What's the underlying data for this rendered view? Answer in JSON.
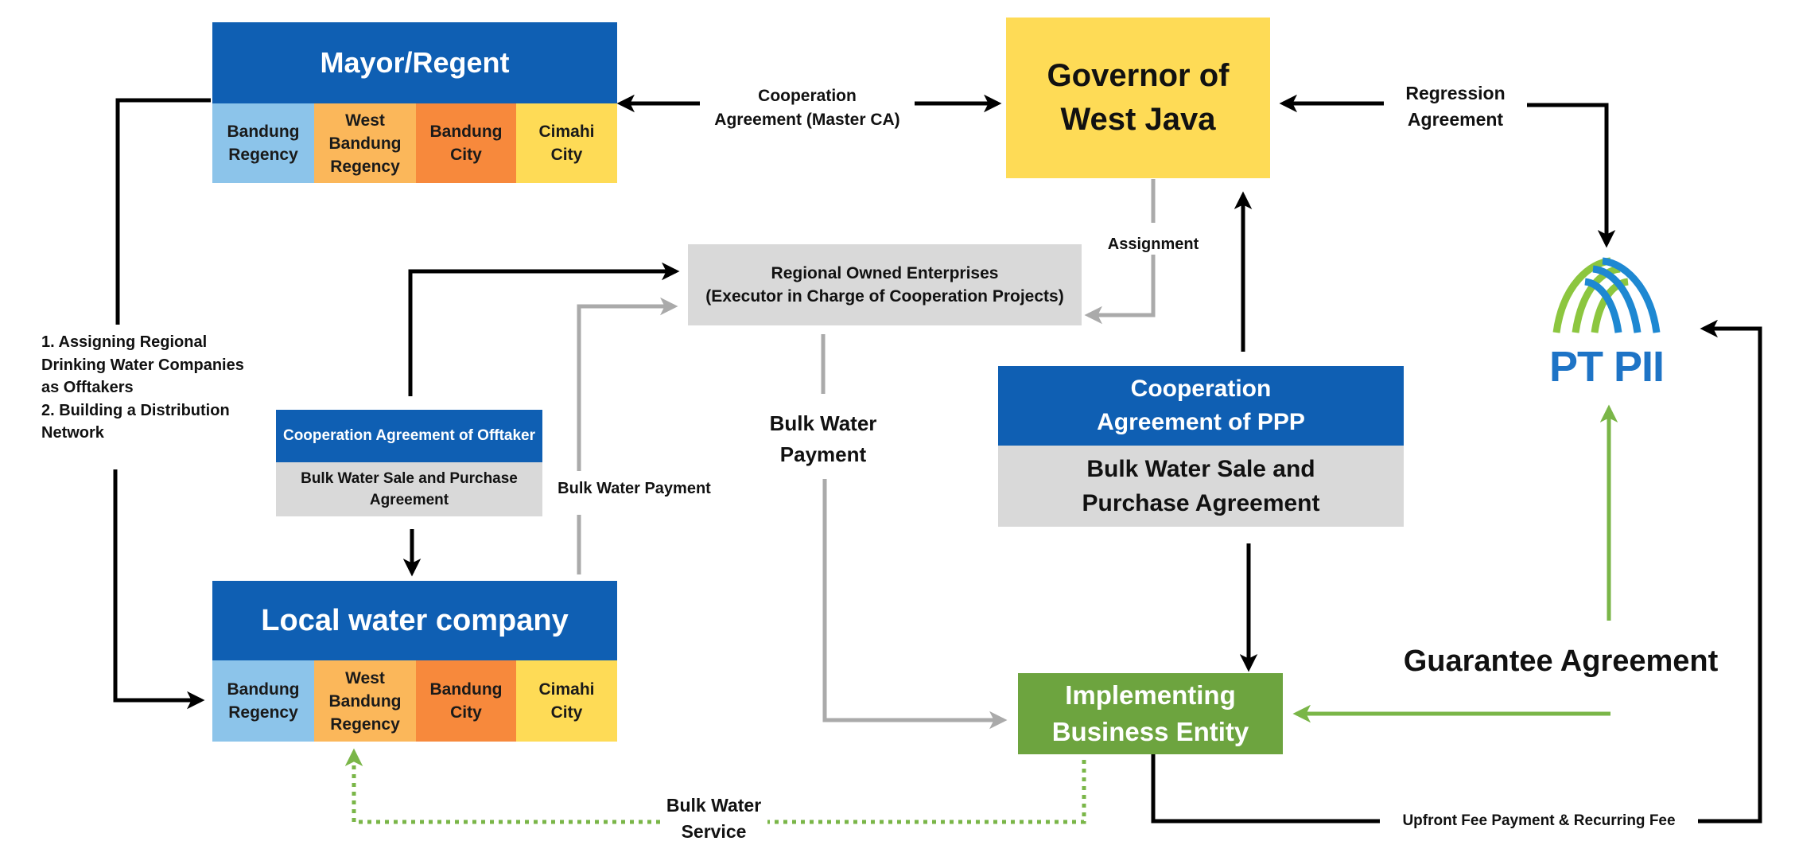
{
  "mayor_box": {
    "title": "Mayor/Regent",
    "cells": [
      "Bandung\nRegency",
      "West\nBandung\nRegency",
      "Bandung\nCity",
      "Cimahi\nCity"
    ]
  },
  "governor_box": {
    "title": "Governor of\nWest Java"
  },
  "roe_box": {
    "text": "Regional Owned Enterprises\n(Executor in Charge of Cooperation Projects)"
  },
  "offtaker_box": {
    "title": "Cooperation Agreement of Offtaker",
    "subtitle": "Bulk Water Sale and Purchase\nAgreement"
  },
  "local_water_box": {
    "title": "Local water company",
    "cells": [
      "Bandung\nRegency",
      "West\nBandung\nRegency",
      "Bandung\nCity",
      "Cimahi\nCity"
    ]
  },
  "ppp_box": {
    "title": "Cooperation\nAgreement of PPP",
    "subtitle": "Bulk Water Sale and\nPurchase Agreement"
  },
  "ibe_box": {
    "title": "Implementing\nBusiness Entity"
  },
  "ptpii_logo": {
    "text": "PT PII",
    "icon": "ptpii-arches-icon"
  },
  "labels": {
    "cooperation_master_ca": "Cooperation\nAgreement (Master CA)",
    "regression_agreement": "Regression\nAgreement",
    "assignment": "Assignment",
    "assigning_notes": "1. Assigning Regional\nDrinking Water Companies\nas Offtakers\n2. Building a Distribution\nNetwork",
    "bulk_water_payment_center": "Bulk Water\nPayment",
    "bulk_water_payment_left": "Bulk Water Payment",
    "guarantee_agreement": "Guarantee Agreement",
    "bulk_water_service": "Bulk Water\nService",
    "upfront_fee": "Upfront Fee Payment & Recurring Fee"
  },
  "colors": {
    "header_blue": "#0f5fb3",
    "light_blue": "#8cc4ea",
    "light_orange": "#fbb75a",
    "orange": "#f7893c",
    "yellow": "#fedb56",
    "grey": "#d9d9d9",
    "green": "#6da43f",
    "arrow_black": "#000000",
    "arrow_grey": "#aaaaaa",
    "arrow_green": "#7ab648"
  }
}
